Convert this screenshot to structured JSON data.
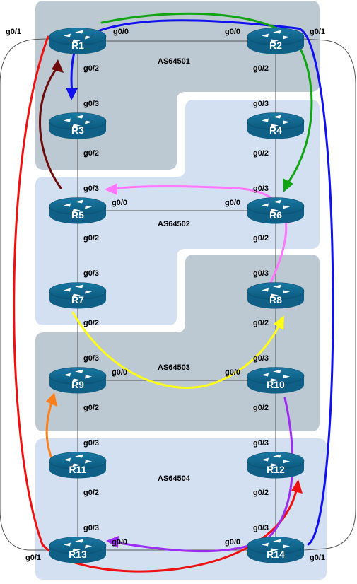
{
  "colors": {
    "as_gray": "#bcc8d2",
    "as_blue": "#d3e0f2",
    "router_body": "#0f5f86",
    "router_top": "#1e7ea8",
    "link": "#5a5a5a",
    "arrow_red": "#ee1111",
    "arrow_blue": "#1111ee",
    "arrow_green": "#11a511",
    "arrow_darkred": "#6e0a0a",
    "arrow_magenta": "#ff77ff",
    "arrow_yellow": "#ffff1a",
    "arrow_purple": "#9d2cf2",
    "arrow_orange": "#ff7f1a"
  },
  "autonomous_systems": [
    {
      "id": "as1",
      "label": "AS64501",
      "shade": "gray"
    },
    {
      "id": "as2",
      "label": "AS64502",
      "shade": "blue"
    },
    {
      "id": "as3",
      "label": "AS64503",
      "shade": "gray"
    },
    {
      "id": "as4",
      "label": "AS64504",
      "shade": "blue"
    }
  ],
  "routers": [
    {
      "id": "R1",
      "label": "R1"
    },
    {
      "id": "R2",
      "label": "R2"
    },
    {
      "id": "R3",
      "label": "R3"
    },
    {
      "id": "R4",
      "label": "R4"
    },
    {
      "id": "R5",
      "label": "R5"
    },
    {
      "id": "R6",
      "label": "R6"
    },
    {
      "id": "R7",
      "label": "R7"
    },
    {
      "id": "R8",
      "label": "R8"
    },
    {
      "id": "R9",
      "label": "R9"
    },
    {
      "id": "R10",
      "label": "R10"
    },
    {
      "id": "R11",
      "label": "R11"
    },
    {
      "id": "R12",
      "label": "R12"
    },
    {
      "id": "R13",
      "label": "R13"
    },
    {
      "id": "R14",
      "label": "R14"
    }
  ],
  "interface_labels": [
    "g0/1",
    "g0/0",
    "g0/0",
    "g0/1",
    "g0/2",
    "g0/2",
    "g0/3",
    "g0/3",
    "g0/2",
    "g0/2",
    "g0/3",
    "g0/3",
    "g0/0",
    "g0/0",
    "g0/2",
    "g0/2",
    "g0/3",
    "g0/3",
    "g0/2",
    "g0/2",
    "g0/3",
    "g0/3",
    "g0/0",
    "g0/0",
    "g0/2",
    "g0/2",
    "g0/3",
    "g0/3",
    "g0/2",
    "g0/2",
    "g0/3",
    "g0/3",
    "g0/0",
    "g0/0",
    "g0/1",
    "g0/1"
  ],
  "links": [
    {
      "from": "R1",
      "to": "R2"
    },
    {
      "from": "R1",
      "to": "R3"
    },
    {
      "from": "R3",
      "to": "R5"
    },
    {
      "from": "R5",
      "to": "R6"
    },
    {
      "from": "R5",
      "to": "R7"
    },
    {
      "from": "R7",
      "to": "R9"
    },
    {
      "from": "R9",
      "to": "R10"
    },
    {
      "from": "R9",
      "to": "R11"
    },
    {
      "from": "R11",
      "to": "R13"
    },
    {
      "from": "R13",
      "to": "R14"
    },
    {
      "from": "R2",
      "to": "R4"
    },
    {
      "from": "R4",
      "to": "R6"
    },
    {
      "from": "R6",
      "to": "R8"
    },
    {
      "from": "R8",
      "to": "R10"
    },
    {
      "from": "R10",
      "to": "R12"
    },
    {
      "from": "R12",
      "to": "R14"
    },
    {
      "from": "R1",
      "to": "R13"
    },
    {
      "from": "R2",
      "to": "R14"
    }
  ],
  "flows": [
    {
      "from": "R1",
      "to": "R13",
      "color": "red"
    },
    {
      "from": "R13",
      "to": "R12",
      "color": "red"
    },
    {
      "from": "R14",
      "to": "R3",
      "color": "blue"
    },
    {
      "from": "R1",
      "to": "R6",
      "color": "green"
    },
    {
      "from": "R5",
      "to": "R1",
      "color": "darkred"
    },
    {
      "from": "R8",
      "to": "R5",
      "color": "magenta"
    },
    {
      "from": "R7",
      "to": "R8",
      "color": "yellow"
    },
    {
      "from": "R10",
      "to": "R13",
      "color": "purple"
    },
    {
      "from": "R11",
      "to": "R9",
      "color": "orange"
    }
  ]
}
